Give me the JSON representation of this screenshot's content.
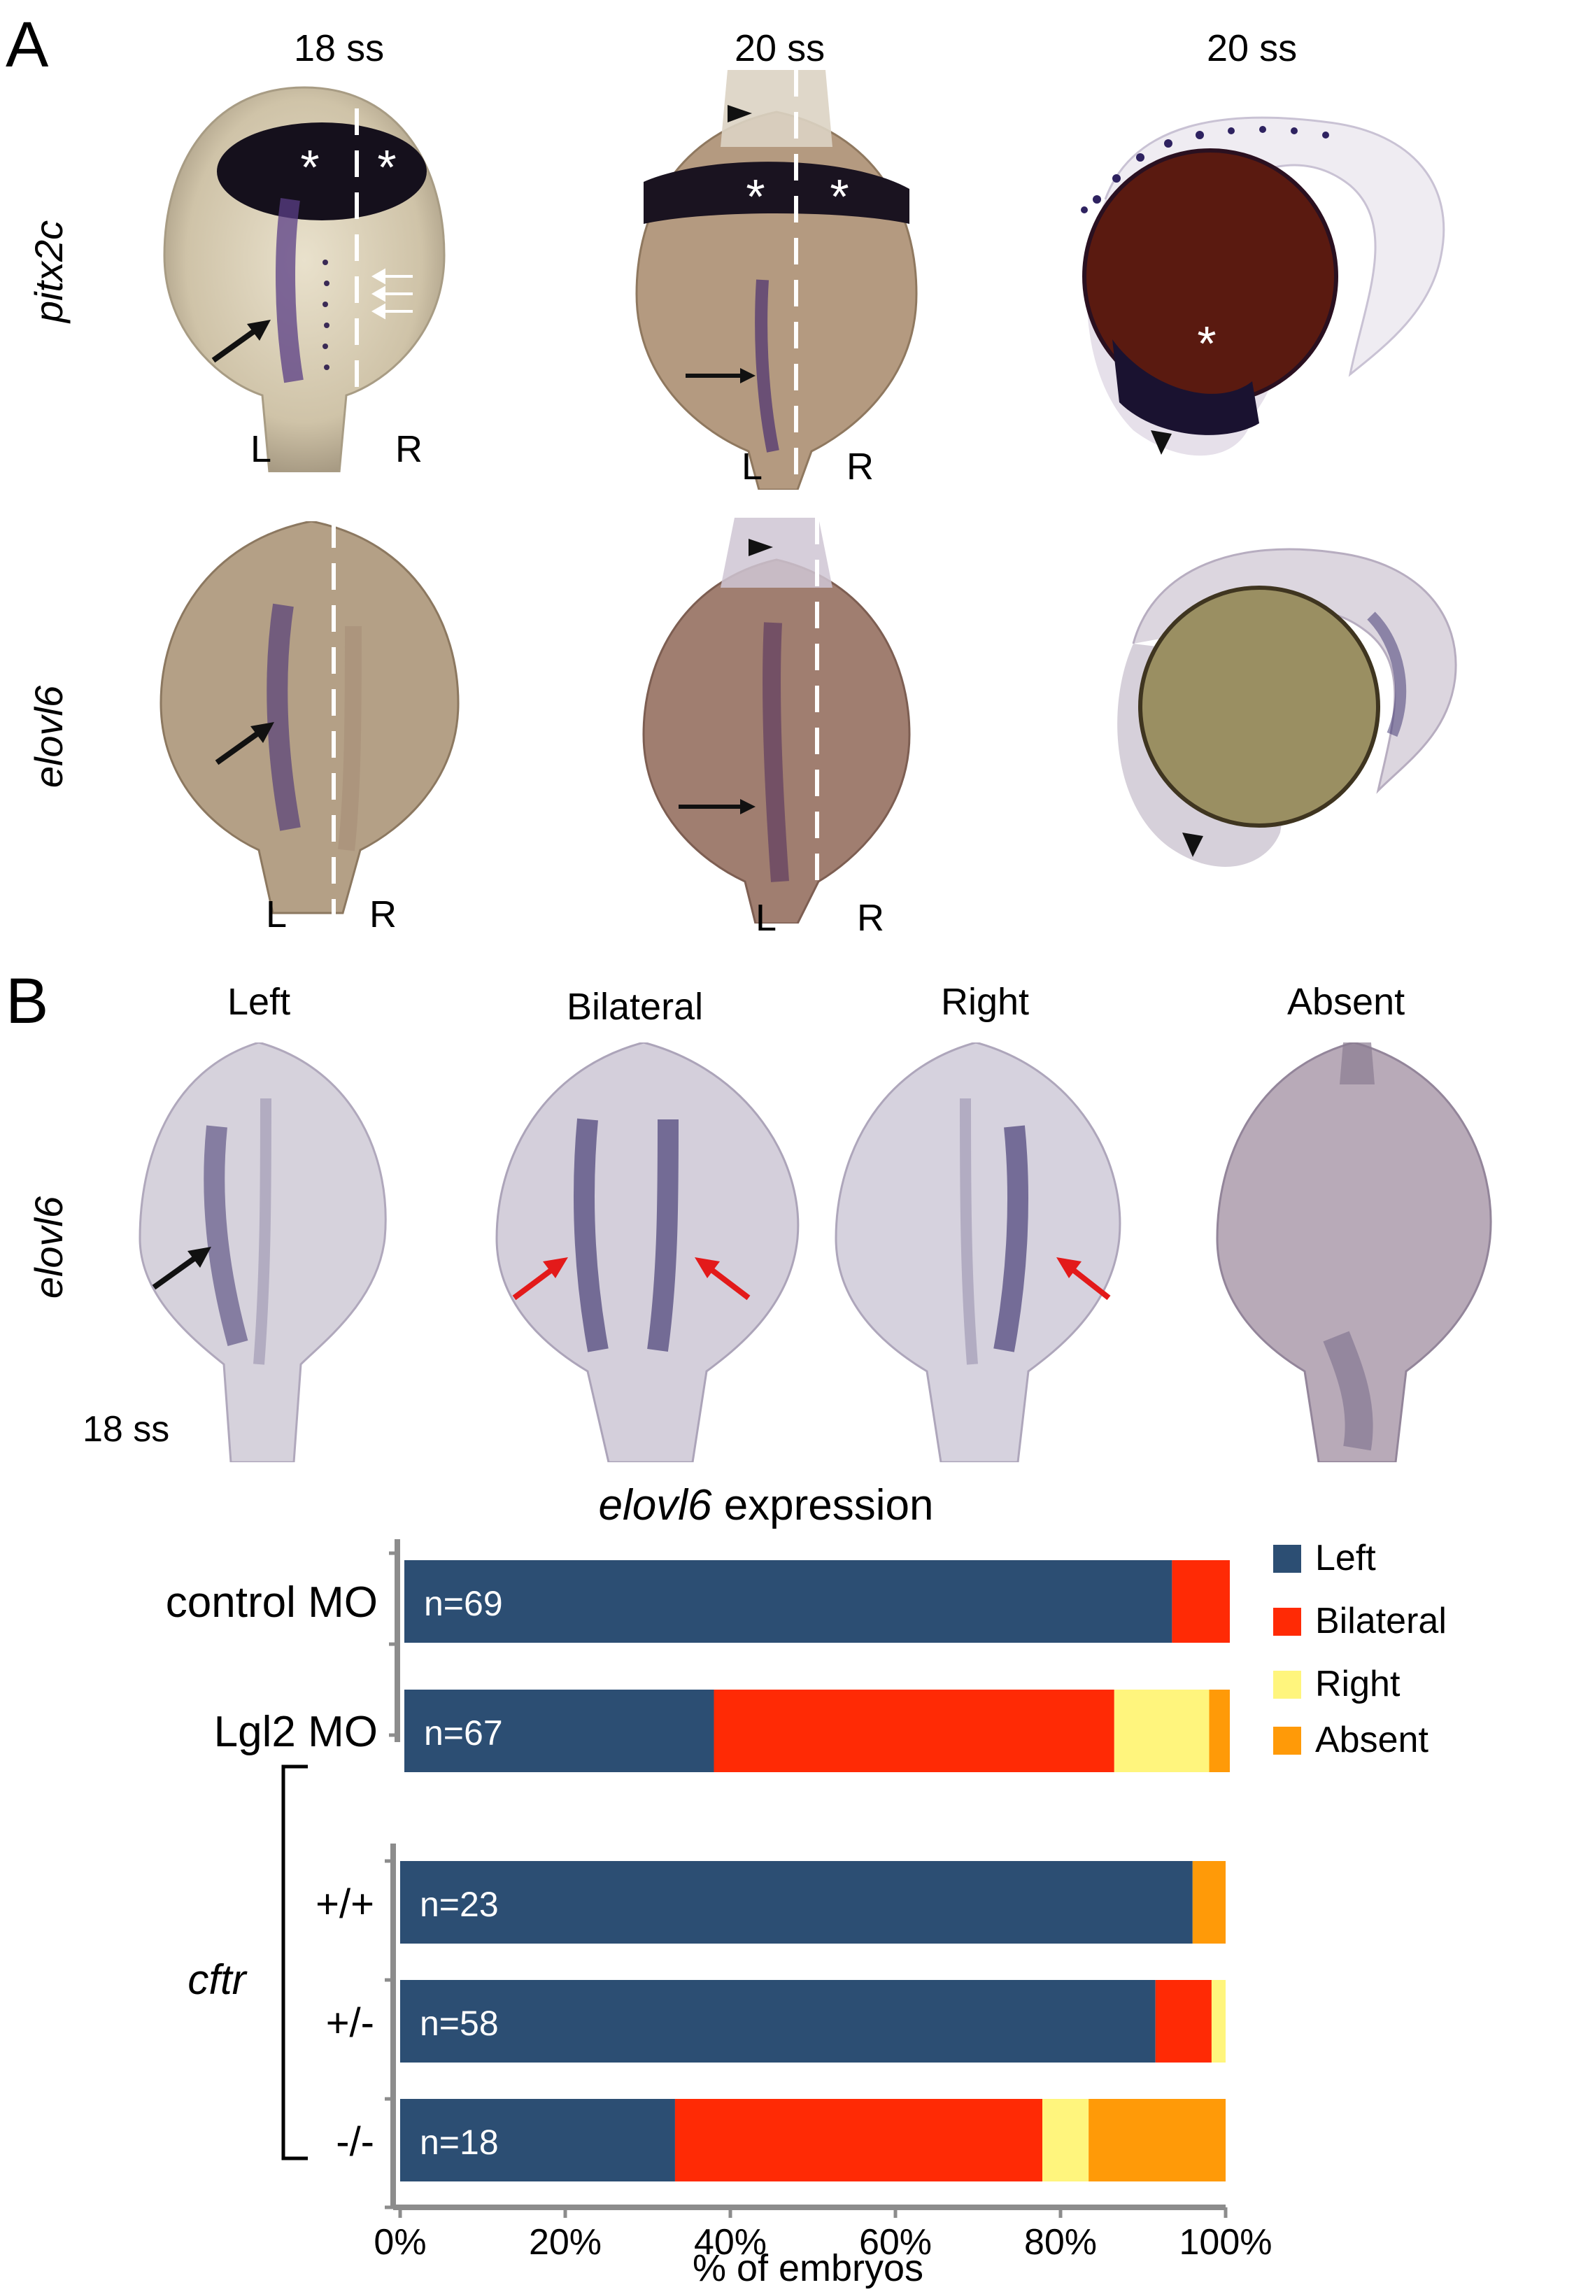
{
  "figure": {
    "panel_a": {
      "label": "A",
      "stages": [
        "18 ss",
        "20 ss",
        "20 ss"
      ],
      "genes": [
        "pitx2c",
        "elovl6"
      ],
      "side_left": "L",
      "side_right": "R"
    },
    "panel_b": {
      "label": "B",
      "gene": "elovl6",
      "categories": [
        "Left",
        "Bilateral",
        "Right",
        "Absent"
      ],
      "stage": "18 ss"
    }
  },
  "colors": {
    "Left": "#2c4e73",
    "Bilateral": "#ff2a05",
    "Right": "#fff57d",
    "Absent": "#ff9a08",
    "embryo_stain": "#3a2f6e",
    "axis": "#8c8c8c"
  },
  "chart_data": {
    "type": "bar",
    "stacked": true,
    "orientation": "horizontal",
    "title": "elovl6 expression",
    "title_italic_part": "elovl6",
    "title_rest": " expression",
    "xlabel": "% of embryos",
    "x_ticks": [
      "0%",
      "20%",
      "40%",
      "60%",
      "80%",
      "100%"
    ],
    "xlim": [
      0,
      100
    ],
    "legend": {
      "position": "right",
      "entries": [
        "Left",
        "Bilateral",
        "Right",
        "Absent"
      ]
    },
    "group_label": "cftr",
    "rows": [
      {
        "label": "control MO",
        "n": "n=69",
        "values": {
          "Left": 93,
          "Bilateral": 7,
          "Right": 0,
          "Absent": 0
        }
      },
      {
        "label": "Lgl2 MO",
        "n": "n=67",
        "values": {
          "Left": 37.5,
          "Bilateral": 48.5,
          "Right": 11.5,
          "Absent": 2.5
        }
      },
      {
        "label": "+/+",
        "n": "n=23",
        "values": {
          "Left": 96,
          "Bilateral": 0,
          "Right": 0,
          "Absent": 4
        }
      },
      {
        "label": "+/-",
        "n": "n=58",
        "values": {
          "Left": 91.5,
          "Bilateral": 6.8,
          "Right": 1.7,
          "Absent": 0
        }
      },
      {
        "label": "-/-",
        "n": "n=18",
        "values": {
          "Left": 33.3,
          "Bilateral": 44.5,
          "Right": 5.6,
          "Absent": 16.6
        }
      }
    ]
  }
}
